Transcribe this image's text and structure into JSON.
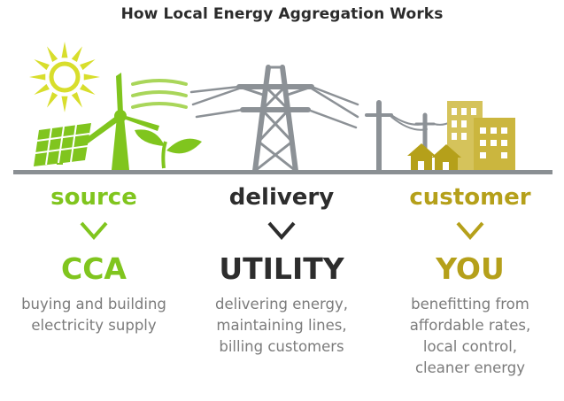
{
  "title": "How Local Energy Aggregation Works",
  "colors": {
    "green": "#80c51e",
    "dark": "#2d2d2d",
    "gold": "#b5a01a",
    "gray": "#8c9196",
    "ground": "#8a8f93",
    "desc_text": "#7b7b7b"
  },
  "columns": [
    {
      "role": "source",
      "entity": "CCA",
      "description": [
        "buying and building",
        "electricity supply"
      ],
      "icons": [
        "sun-icon",
        "solar-panel-icon",
        "wind-turbine-icon",
        "leaf-icon"
      ]
    },
    {
      "role": "delivery",
      "entity": "UTILITY",
      "description": [
        "delivering energy,",
        "maintaining lines,",
        "billing customers"
      ],
      "icons": [
        "transmission-tower-icon"
      ]
    },
    {
      "role": "customer",
      "entity": "YOU",
      "description": [
        "benefitting from",
        "affordable rates,",
        "local control,",
        "cleaner energy"
      ],
      "icons": [
        "utility-pole-icon",
        "house-icon",
        "building-icon"
      ]
    }
  ]
}
